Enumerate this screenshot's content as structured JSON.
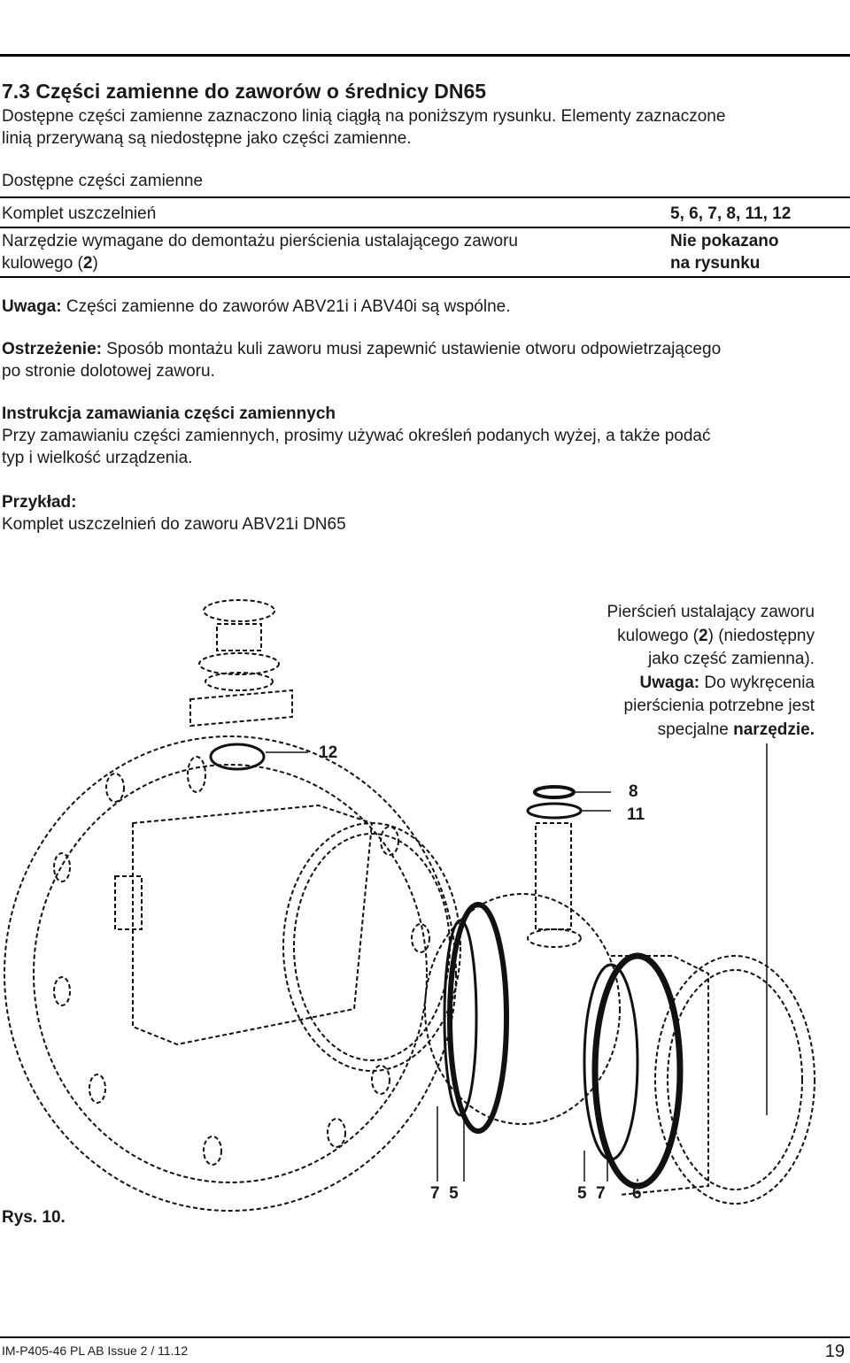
{
  "section": {
    "title": "7.3 Części zamienne do zaworów o średnicy DN65",
    "intro_line1": "Dostępne części zamienne zaznaczono linią ciągłą na poniższym rysunku. Elementy zaznaczone",
    "intro_line2": "linią przerywaną są niedostępne jako części zamienne."
  },
  "spares_table": {
    "heading": "Dostępne części zamienne",
    "rows": [
      {
        "name": "Komplet uszczelnień",
        "parts": "5, 6, 7, 8, 11, 12"
      },
      {
        "name_line1": "Narzędzie wymagane do demontażu pierścienia ustalającego zaworu",
        "name_line2_pre": "kulowego (",
        "name_line2_bold": "2",
        "name_line2_post": ")",
        "parts_line1": "Nie pokazano",
        "parts_line2": "na rysunku"
      }
    ]
  },
  "note": {
    "label": "Uwaga:",
    "text": " Części zamienne do zaworów ABV21i i ABV40i są wspólne."
  },
  "warning": {
    "label": "Ostrzeżenie:",
    "text1": " Sposób montażu kuli zaworu musi zapewnić ustawienie otworu odpowietrzającego",
    "text2": "po stronie dolotowej zaworu."
  },
  "ordering": {
    "heading": "Instrukcja zamawiania części zamiennych",
    "line1": "Przy zamawianiu części zamiennych, prosimy używać określeń podanych wyżej, a także podać",
    "line2": "typ i wielkość urządzenia."
  },
  "example": {
    "label": "Przykład:",
    "text": "Komplet uszczelnień do zaworu ABV21i DN65"
  },
  "figure": {
    "caption": "Rys. 10.",
    "callout": {
      "line1": "Pierścień ustalający zaworu",
      "line2_pre": "kulowego (",
      "line2_bold": "2",
      "line2_post": ") (niedostępny",
      "line3": "jako część zamienna).",
      "line4_bold": "Uwaga:",
      "line4_rest": " Do wykręcenia",
      "line5": "pierścienia potrzebne jest",
      "line6_pre": "specjalne ",
      "line6_bold": "narzędzie."
    },
    "labels": {
      "l12": "12",
      "l8": "8",
      "l11": "11",
      "la": "7  5",
      "lb": "5  7",
      "lc": "6"
    }
  },
  "footer": {
    "doc_ref": "IM-P405-46 PL AB Issue 2 / 11.12",
    "page": "19"
  }
}
